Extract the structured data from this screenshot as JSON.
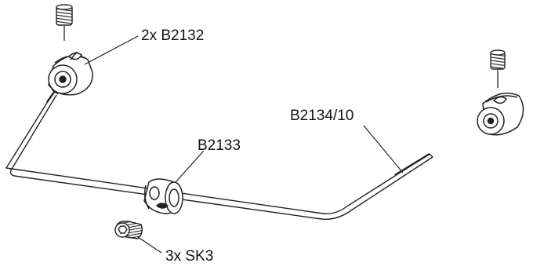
{
  "callouts": {
    "holder": "2x B2132",
    "rod": "B2134/10",
    "collar": "B2133",
    "screw": "3x SK3"
  },
  "colors": {
    "line": "#222222",
    "background": "#ffffff"
  }
}
